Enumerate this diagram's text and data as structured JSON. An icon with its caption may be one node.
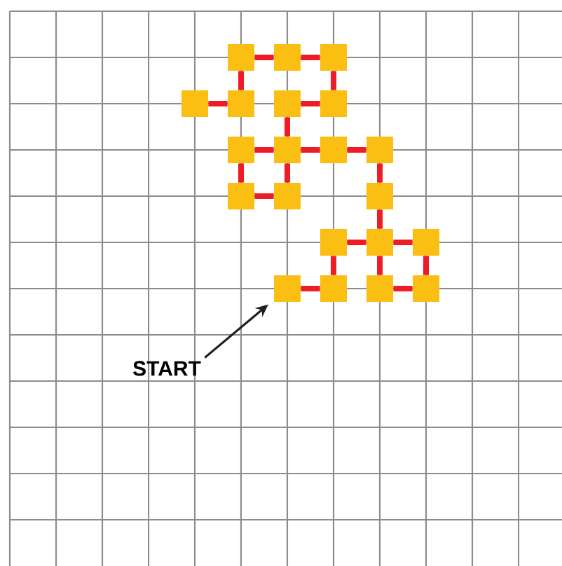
{
  "diagram": {
    "nodes": [
      {
        "text": [],
        "shape": "box"
      },
      {
        "text": [],
        "shape": "box"
      },
      {
        "text": [],
        "shape": "box"
      },
      {
        "text": [],
        "shape": "box"
      },
      {
        "text": [],
        "shape": "box"
      },
      {
        "text": [],
        "shape": "box"
      },
      {
        "text": [],
        "shape": "box"
      },
      {
        "text": [],
        "shape": "box"
      },
      {
        "text": [],
        "shape": "box"
      },
      {
        "text": [],
        "shape": "box"
      },
      {
        "text": [],
        "shape": "box"
      },
      {
        "text": [],
        "shape": "box"
      },
      {
        "text": [],
        "shape": "box"
      },
      {
        "text": [],
        "shape": "box"
      },
      {
        "text": [],
        "shape": "box"
      },
      {
        "text": [],
        "shape": "box"
      },
      {
        "text": [],
        "shape": "box"
      },
      {
        "text": [],
        "shape": "box"
      },
      {
        "text": [],
        "shape": "box"
      },
      {
        "text": [],
        "shape": "box"
      },
      {
        "text": [],
        "shape": "box"
      },
      {
        "text": [
          "START"
        ]
      }
    ],
    "edges": [
      {
        "from": 0,
        "to": 1,
        "arrow": "none"
      },
      {
        "from": 1,
        "to": 2,
        "arrow": "none"
      },
      {
        "from": 0,
        "to": 4,
        "arrow": "none"
      },
      {
        "from": 2,
        "to": 6,
        "arrow": "none"
      },
      {
        "from": 3,
        "to": 4,
        "arrow": "none"
      },
      {
        "from": 5,
        "to": 6,
        "arrow": "none"
      },
      {
        "from": 5,
        "to": 8,
        "arrow": "none"
      },
      {
        "from": 7,
        "to": 8,
        "arrow": "none"
      },
      {
        "from": 8,
        "to": 9,
        "arrow": "none"
      },
      {
        "from": 9,
        "to": 10,
        "arrow": "none"
      },
      {
        "from": 7,
        "to": 11,
        "arrow": "none"
      },
      {
        "from": 8,
        "to": 12,
        "arrow": "none"
      },
      {
        "from": 11,
        "to": 12,
        "arrow": "none"
      },
      {
        "from": 10,
        "to": 13,
        "arrow": "none"
      },
      {
        "from": 13,
        "to": 15,
        "arrow": "none"
      },
      {
        "from": 14,
        "to": 15,
        "arrow": "none"
      },
      {
        "from": 15,
        "to": 16,
        "arrow": "none"
      },
      {
        "from": 14,
        "to": 18,
        "arrow": "none"
      },
      {
        "from": 15,
        "to": 19,
        "arrow": "none"
      },
      {
        "from": 16,
        "to": 20,
        "arrow": "none"
      },
      {
        "from": 17,
        "to": 18,
        "arrow": "none"
      },
      {
        "from": 19,
        "to": 20,
        "arrow": "none"
      },
      {
        "from": 21,
        "to": 17,
        "arrow": "to",
        "color": "#231f20"
      }
    ]
  }
}
